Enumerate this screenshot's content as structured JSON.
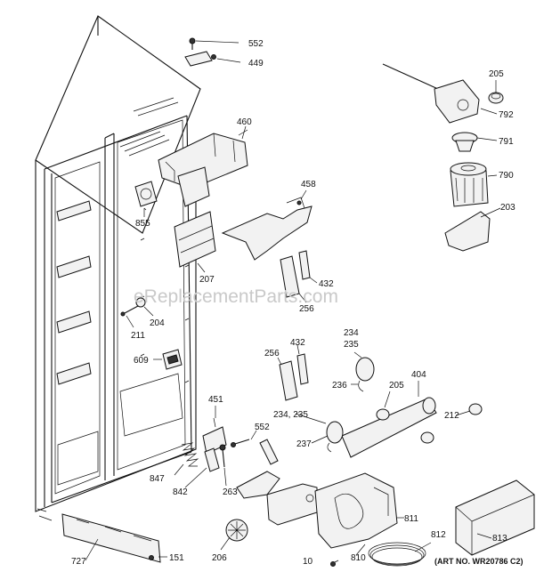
{
  "watermark": "eReplacementParts.com",
  "art_number": "(ART NO. WR20786 C2)",
  "callouts": [
    "552",
    "449",
    "205",
    "792",
    "460",
    "791",
    "790",
    "855",
    "458",
    "203",
    "207",
    "432",
    "256",
    "204",
    "211",
    "609",
    "234",
    "235",
    "432",
    "256",
    "404",
    "236",
    "205",
    "451",
    "552",
    "234, 235",
    "212",
    "237",
    "847",
    "842",
    "263",
    "811",
    "812",
    "813",
    "727",
    "151",
    "206",
    "10",
    "810"
  ]
}
